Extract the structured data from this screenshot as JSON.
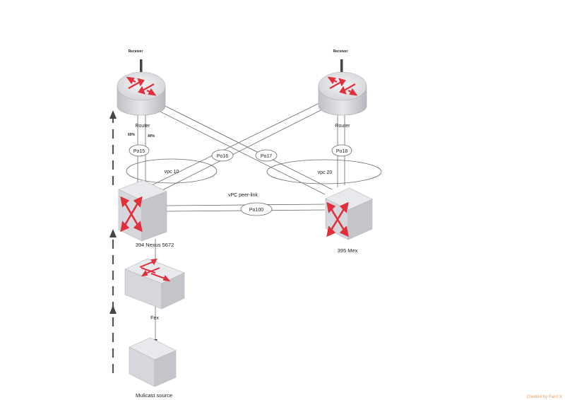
{
  "nodes": {
    "receiver_left": "Receiver",
    "receiver_right": "Receiver",
    "router_left": "Router",
    "router_right": "Router",
    "switch_left": "394 Nexus 5672",
    "switch_right": "395 Mex",
    "fex": "Fex",
    "source": "Mulicast source"
  },
  "links": {
    "pct_a": "60%",
    "pct_b": "40%",
    "po15": "Po15",
    "po16": "Po16",
    "po17": "Po17",
    "po18": "Po18",
    "po100": "Po100",
    "vpc10": "vpc 10",
    "vpc20": "vpc 20",
    "peer_link": "vPC peer-link"
  },
  "credit": "Created by Paint X",
  "colors": {
    "accent": "#e0303c",
    "device": "#d9dadf",
    "credit": "#f0a060"
  }
}
